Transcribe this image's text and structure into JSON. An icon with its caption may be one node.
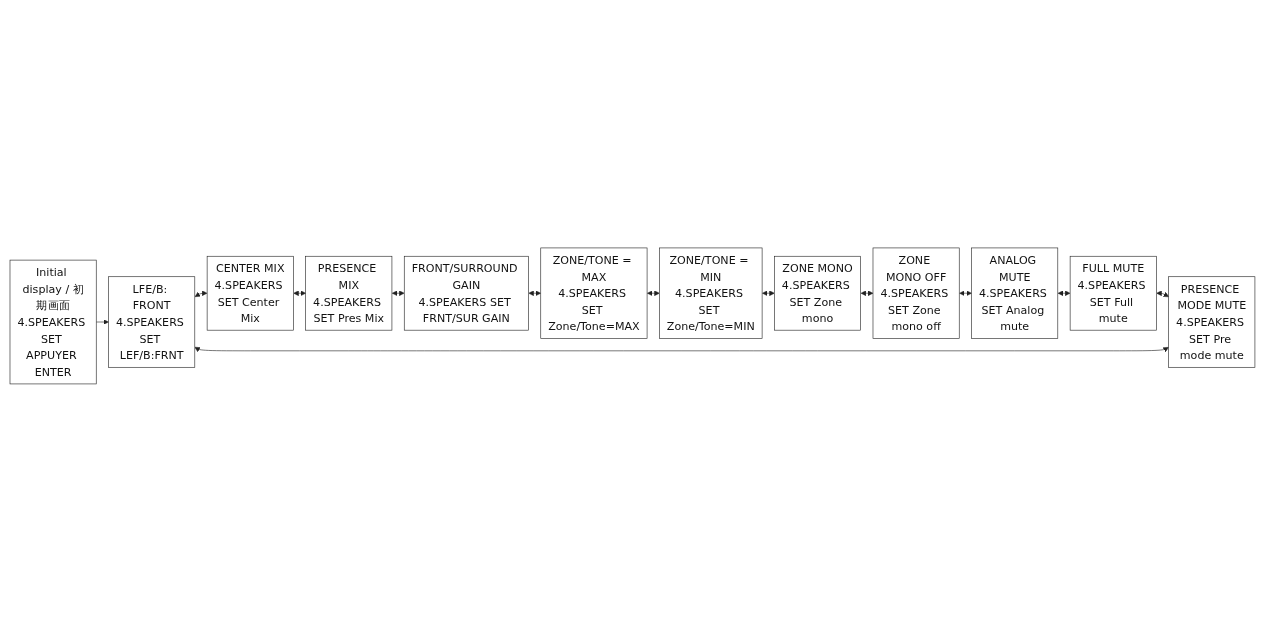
{
  "diagram": {
    "nodes": [
      {
        "text": [
          "Initial display / 初期画面",
          "4.SPEAKERS SET APPUYER ENTER"
        ]
      },
      {
        "text": [
          "LFE/B: FRONT",
          "4.SPEAKERS SET LEF/B:FRNT"
        ]
      },
      {
        "text": [
          "CENTER MIX",
          "4.SPEAKERS SET Center Mix"
        ]
      },
      {
        "text": [
          "PRESENCE MIX",
          "4.SPEAKERS SET Pres Mix"
        ]
      },
      {
        "text": [
          "FRONT/SURROUND GAIN",
          "4.SPEAKERS SET FRNT/SUR GAIN"
        ]
      },
      {
        "text": [
          "ZONE/TONE = MAX",
          "4.SPEAKERS SET Zone/Tone=MAX"
        ]
      },
      {
        "text": [
          "ZONE/TONE = MIN",
          "4.SPEAKERS SET Zone/Tone=MIN"
        ]
      },
      {
        "text": [
          "ZONE MONO",
          "4.SPEAKERS SET Zone mono"
        ]
      },
      {
        "text": [
          "ZONE MONO OFF",
          "4.SPEAKERS SET Zone mono off"
        ]
      },
      {
        "text": [
          "ANALOG MUTE",
          "4.SPEAKERS SET Analog mute"
        ]
      },
      {
        "text": [
          "FULL MUTE",
          "4.SPEAKERS SET Full mute"
        ]
      },
      {
        "text": [
          "PRESENCE MODE MUTE",
          "4.SPEAKERS SET Pre mode mute"
        ]
      }
    ],
    "edges": [
      {
        "from": 0,
        "to": 1,
        "arrow": "to"
      },
      {
        "from": 1,
        "to": 2,
        "arrow": "both"
      },
      {
        "from": 2,
        "to": 3,
        "arrow": "both"
      },
      {
        "from": 3,
        "to": 4,
        "arrow": "both"
      },
      {
        "from": 4,
        "to": 5,
        "arrow": "both"
      },
      {
        "from": 5,
        "to": 6,
        "arrow": "both"
      },
      {
        "from": 6,
        "to": 7,
        "arrow": "both"
      },
      {
        "from": 7,
        "to": 8,
        "arrow": "both"
      },
      {
        "from": 8,
        "to": 9,
        "arrow": "both"
      },
      {
        "from": 9,
        "to": 10,
        "arrow": "both"
      },
      {
        "from": 10,
        "to": 11,
        "arrow": "both"
      },
      {
        "from": 11,
        "to": 1,
        "arrow": "both"
      }
    ]
  }
}
